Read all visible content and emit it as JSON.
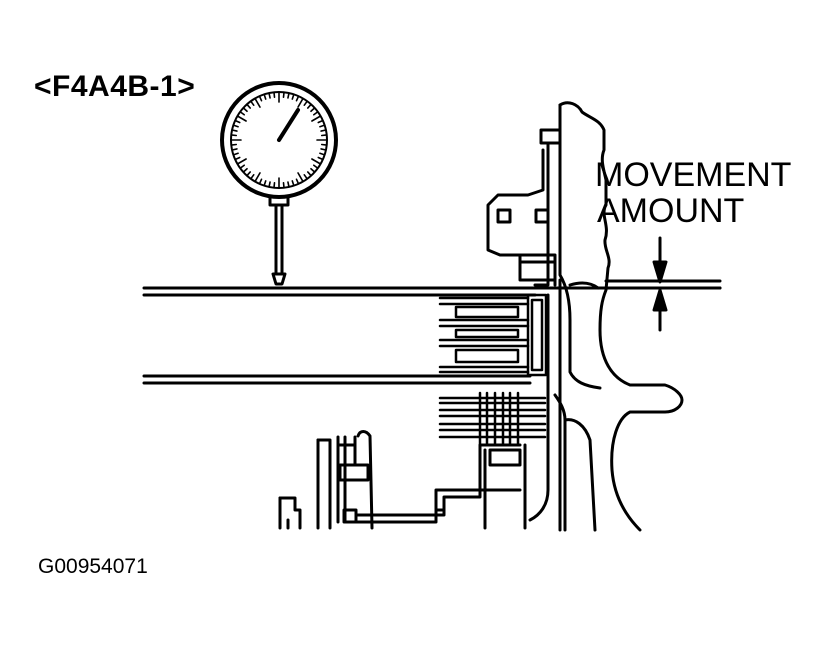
{
  "diagram": {
    "model_label": "<F4A4B-1>",
    "annotation_line1": "MOVEMENT",
    "annotation_line2": "AMOUNT",
    "figure_id": "G00954071"
  },
  "colors": {
    "ink": "#000000",
    "paper": "#ffffff"
  },
  "icons": [
    "dial-gauge-icon",
    "movement-arrow-down-icon",
    "movement-arrow-up-icon"
  ]
}
